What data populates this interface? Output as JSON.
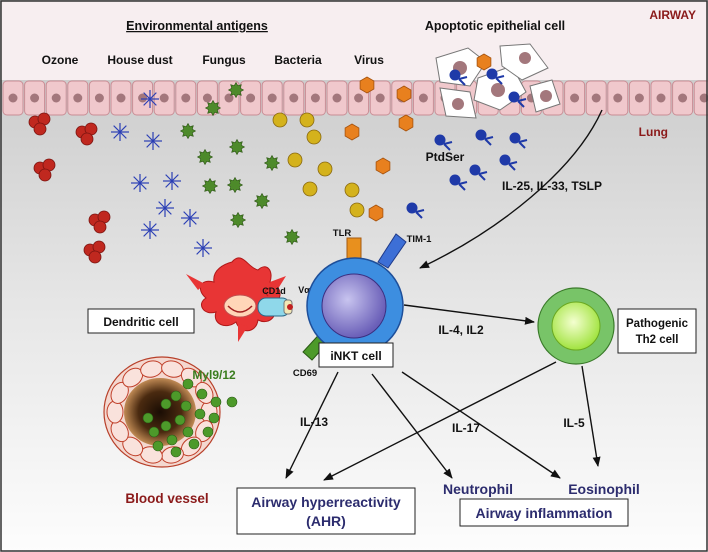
{
  "regions": {
    "airway": "AIRWAY",
    "lung": "Lung"
  },
  "antigens": {
    "header": "Environmental antigens",
    "ozone": "Ozone",
    "house_dust": "House dust",
    "fungus": "Fungus",
    "bacteria": "Bacteria",
    "virus": "Virus"
  },
  "labels": {
    "apoptotic": "Apoptotic epithelial cell",
    "ptdser": "PtdSer",
    "alarmins": "IL-25, IL-33, TSLP",
    "tlr": "TLR",
    "tim1": "TIM-1",
    "cd1d": "CD1d",
    "va14": "Vα14",
    "cd69": "CD69",
    "dendritic": "Dendritic cell",
    "inkt": "iNKT cell",
    "il4_il2": "IL-4, IL2",
    "th2_line1": "Pathogenic",
    "th2_line2": "Th2 cell",
    "myl": "Myl9/12",
    "blood_vessel": "Blood vessel",
    "il13": "IL-13",
    "il17": "IL-17",
    "il5": "IL-5",
    "neutrophil": "Neutrophil",
    "eosinophil": "Eosinophil",
    "ahr_line1": "Airway hyperreactivity",
    "ahr_line2": "(AHR)",
    "inflammation": "Airway inflammation"
  },
  "colors": {
    "airway_label": "#8b1a1a",
    "lung_label": "#8b1a1a",
    "blood_vessel_label": "#8b1a1a",
    "myl_label": "#3a7d1f",
    "outcome_text": "#2c2c6e",
    "ozone": "#c0281f",
    "dust": "#2b3fb5",
    "fungus": "#4d8a2a",
    "bacteria": "#d4b21c",
    "virus": "#e8801e",
    "ptdser": "#1f3aa8",
    "inkt": "#3d6fd6",
    "dendritic": "#e83535",
    "th2": "#7dc86a",
    "epithelium": "#f0c8cc"
  }
}
